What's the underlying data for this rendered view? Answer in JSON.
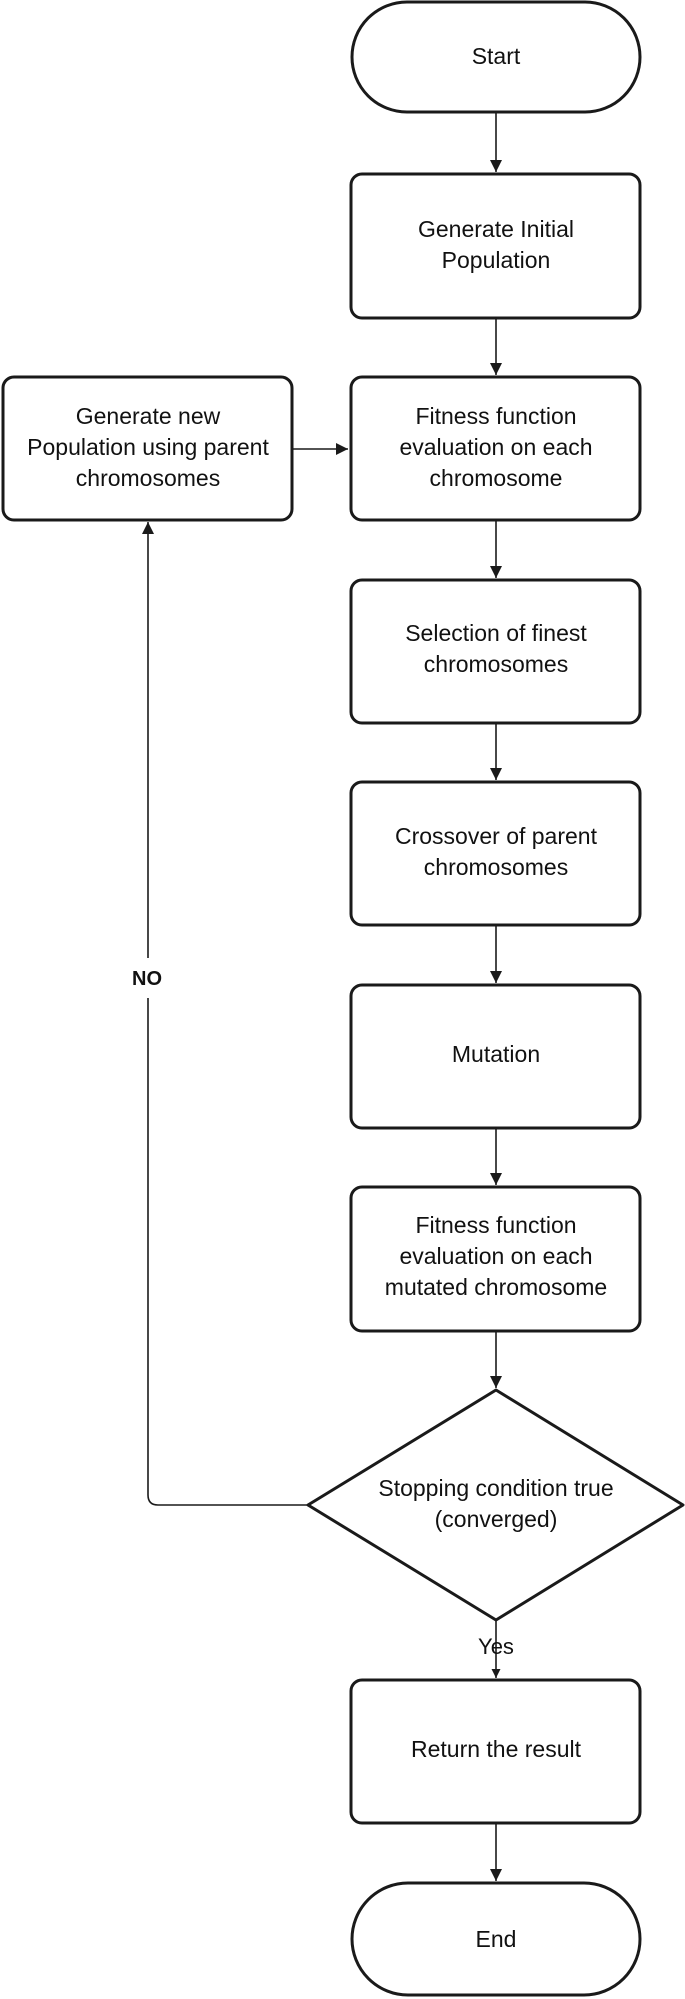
{
  "nodes": {
    "start": {
      "text": "Start"
    },
    "generate_initial": {
      "line1": "Generate Initial",
      "line2": "Population"
    },
    "fitness_eval": {
      "line1": "Fitness function",
      "line2": "evaluation on each",
      "line3": "chromosome"
    },
    "generate_new": {
      "line1": "Generate new",
      "line2": "Population using parent",
      "line3": "chromosomes"
    },
    "selection": {
      "line1": "Selection of finest",
      "line2": "chromosomes"
    },
    "crossover": {
      "line1": "Crossover of parent",
      "line2": "chromosomes"
    },
    "mutation": {
      "text": "Mutation"
    },
    "fitness_mutated": {
      "line1": "Fitness function",
      "line2": "evaluation on each",
      "line3": "mutated chromosome"
    },
    "stopping": {
      "line1": "Stopping condition true",
      "line2": "(converged)"
    },
    "return_result": {
      "text": "Return the result"
    },
    "end": {
      "text": "End"
    }
  },
  "edges": {
    "no_label": "NO",
    "yes_label": "Yes"
  }
}
